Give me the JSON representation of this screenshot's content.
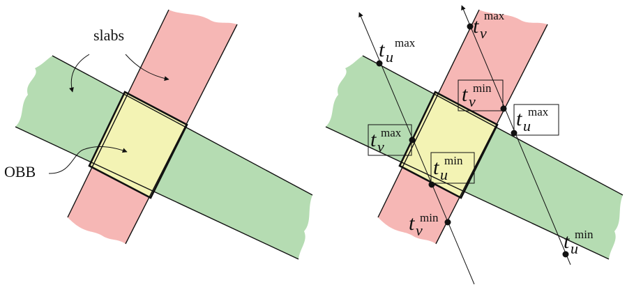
{
  "left_panel": {
    "slabs_label": "slabs",
    "obb_label": "OBB"
  },
  "right_panel": {
    "param_symbol": "t",
    "axis_u": "u",
    "axis_v": "v",
    "sup_max": "max",
    "sup_min": "min"
  },
  "colors": {
    "green_slab": "#b5dcb2",
    "red_slab": "#f6b7b5",
    "obb_fill": "#f3f3b4",
    "stroke": "#111111"
  }
}
